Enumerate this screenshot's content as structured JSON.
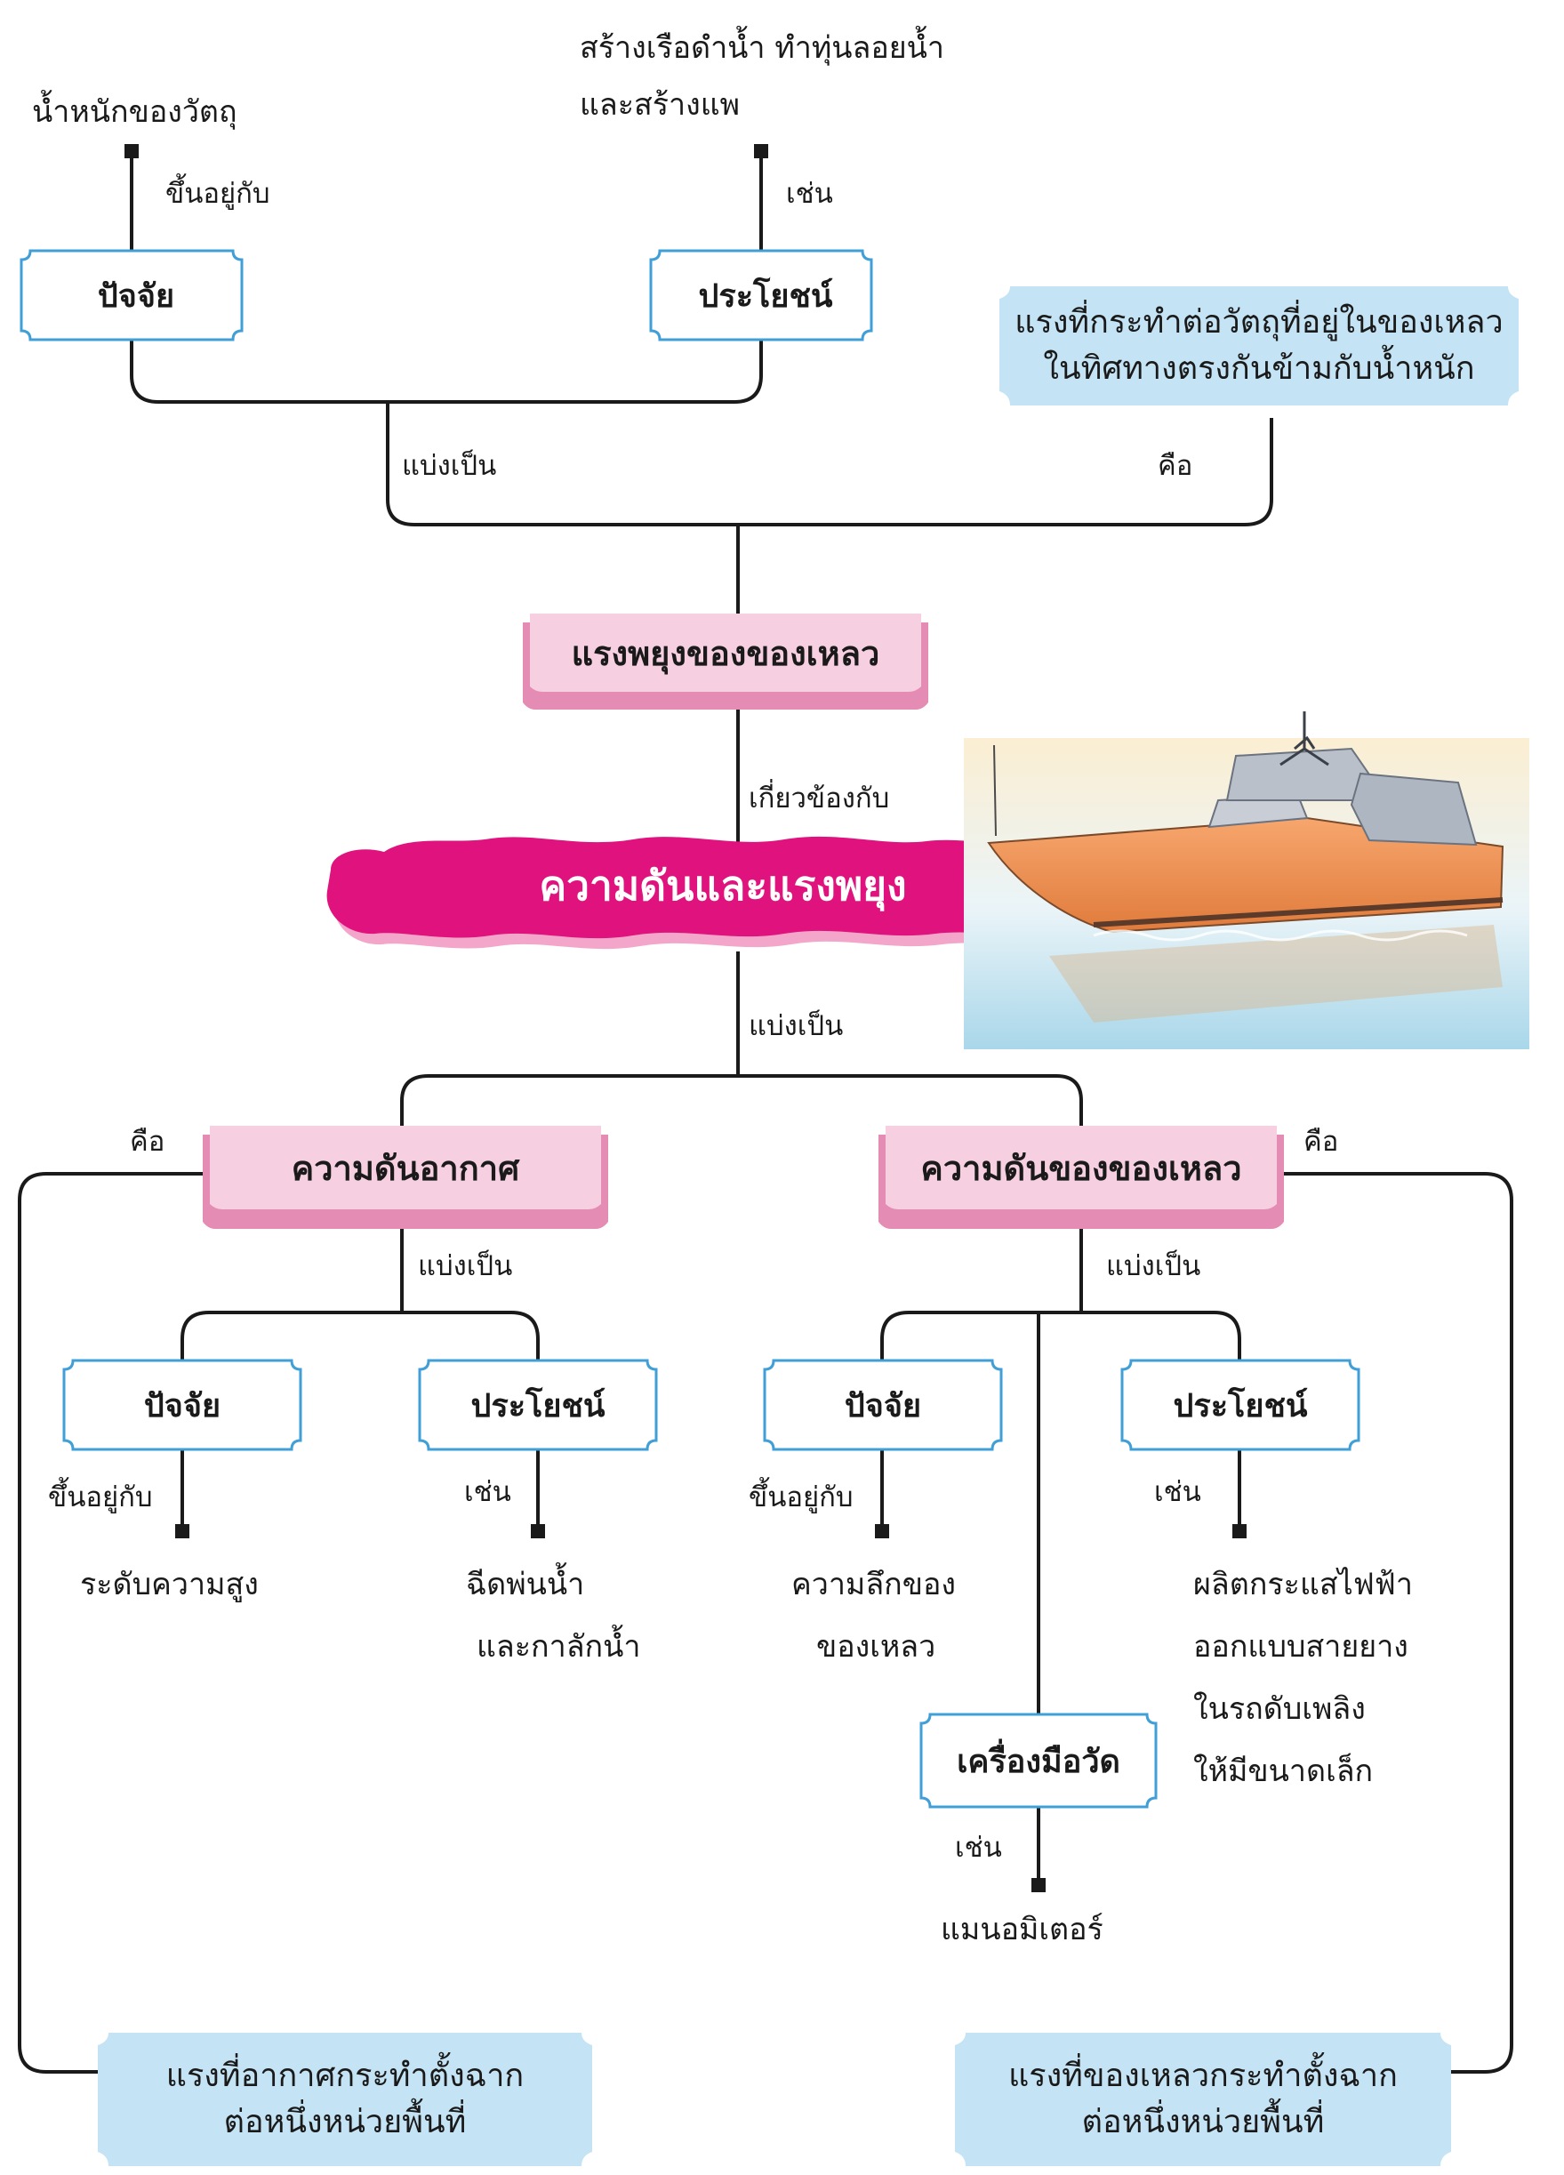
{
  "colors": {
    "line": "#1a1a1a",
    "box_border": "#3f9fd6",
    "pink_box": "#f6cfe0",
    "pink_shadow": "#e58cb4",
    "magenta_title": "#e0127d",
    "info_blue": "#c4e3f4"
  },
  "top": {
    "factor_result": "น้ำหนักของวัตถุ",
    "factor_edge": "ขึ้นอยู่กับ",
    "factor_box": "ปัจจัย",
    "benefit_result_line1": "สร้างเรือดำน้ำ  ทำทุ่นลอยน้ำ",
    "benefit_result_line2": "และสร้างแพ",
    "benefit_edge": "เช่น",
    "benefit_box": "ประโยชน์",
    "definition_line1": "แรงที่กระทำต่อวัตถุที่อยู่ในของเหลว",
    "definition_line2": "ในทิศทางตรงกันข้ามกับน้ำหนัก",
    "divide_edge": "แบ่งเป็น",
    "is_edge": "คือ"
  },
  "buoyancy": {
    "title": "แรงพยุงของของเหลว",
    "related_edge": "เกี่ยวข้องกับ"
  },
  "main_title": "ความดันและแรงพยุง",
  "main_divide_edge": "แบ่งเป็น",
  "ship_image_icon": "ship-illustration-icon",
  "air": {
    "title": "ความดันอากาศ",
    "is_edge": "คือ",
    "divide_edge": "แบ่งเป็น",
    "factor_box": "ปัจจัย",
    "factor_edge": "ขึ้นอยู่กับ",
    "factor_result": "ระดับความสูง",
    "benefit_box": "ประโยชน์",
    "benefit_edge": "เช่น",
    "benefit_result_line1": "ฉีดพ่นน้ำ",
    "benefit_result_line2": "และกาลักน้ำ",
    "definition_line1": "แรงที่อากาศกระทำตั้งฉาก",
    "definition_line2": "ต่อหนึ่งหน่วยพื้นที่"
  },
  "liquid": {
    "title": "ความดันของของเหลว",
    "is_edge": "คือ",
    "divide_edge": "แบ่งเป็น",
    "factor_box": "ปัจจัย",
    "factor_edge": "ขึ้นอยู่กับ",
    "factor_result_line1": "ความลึกของ",
    "factor_result_line2": "ของเหลว",
    "tool_box": "เครื่องมือวัด",
    "tool_edge": "เช่น",
    "tool_result": "แมนอมิเตอร์",
    "benefit_box": "ประโยชน์",
    "benefit_edge": "เช่น",
    "benefit_result_line1": "ผลิตกระแสไฟฟ้า",
    "benefit_result_line2": "ออกแบบสายยาง",
    "benefit_result_line3": "ในรถดับเพลิง",
    "benefit_result_line4": "ให้มีขนาดเล็ก",
    "definition_line1": "แรงที่ของเหลวกระทำตั้งฉาก",
    "definition_line2": "ต่อหนึ่งหน่วยพื้นที่"
  }
}
